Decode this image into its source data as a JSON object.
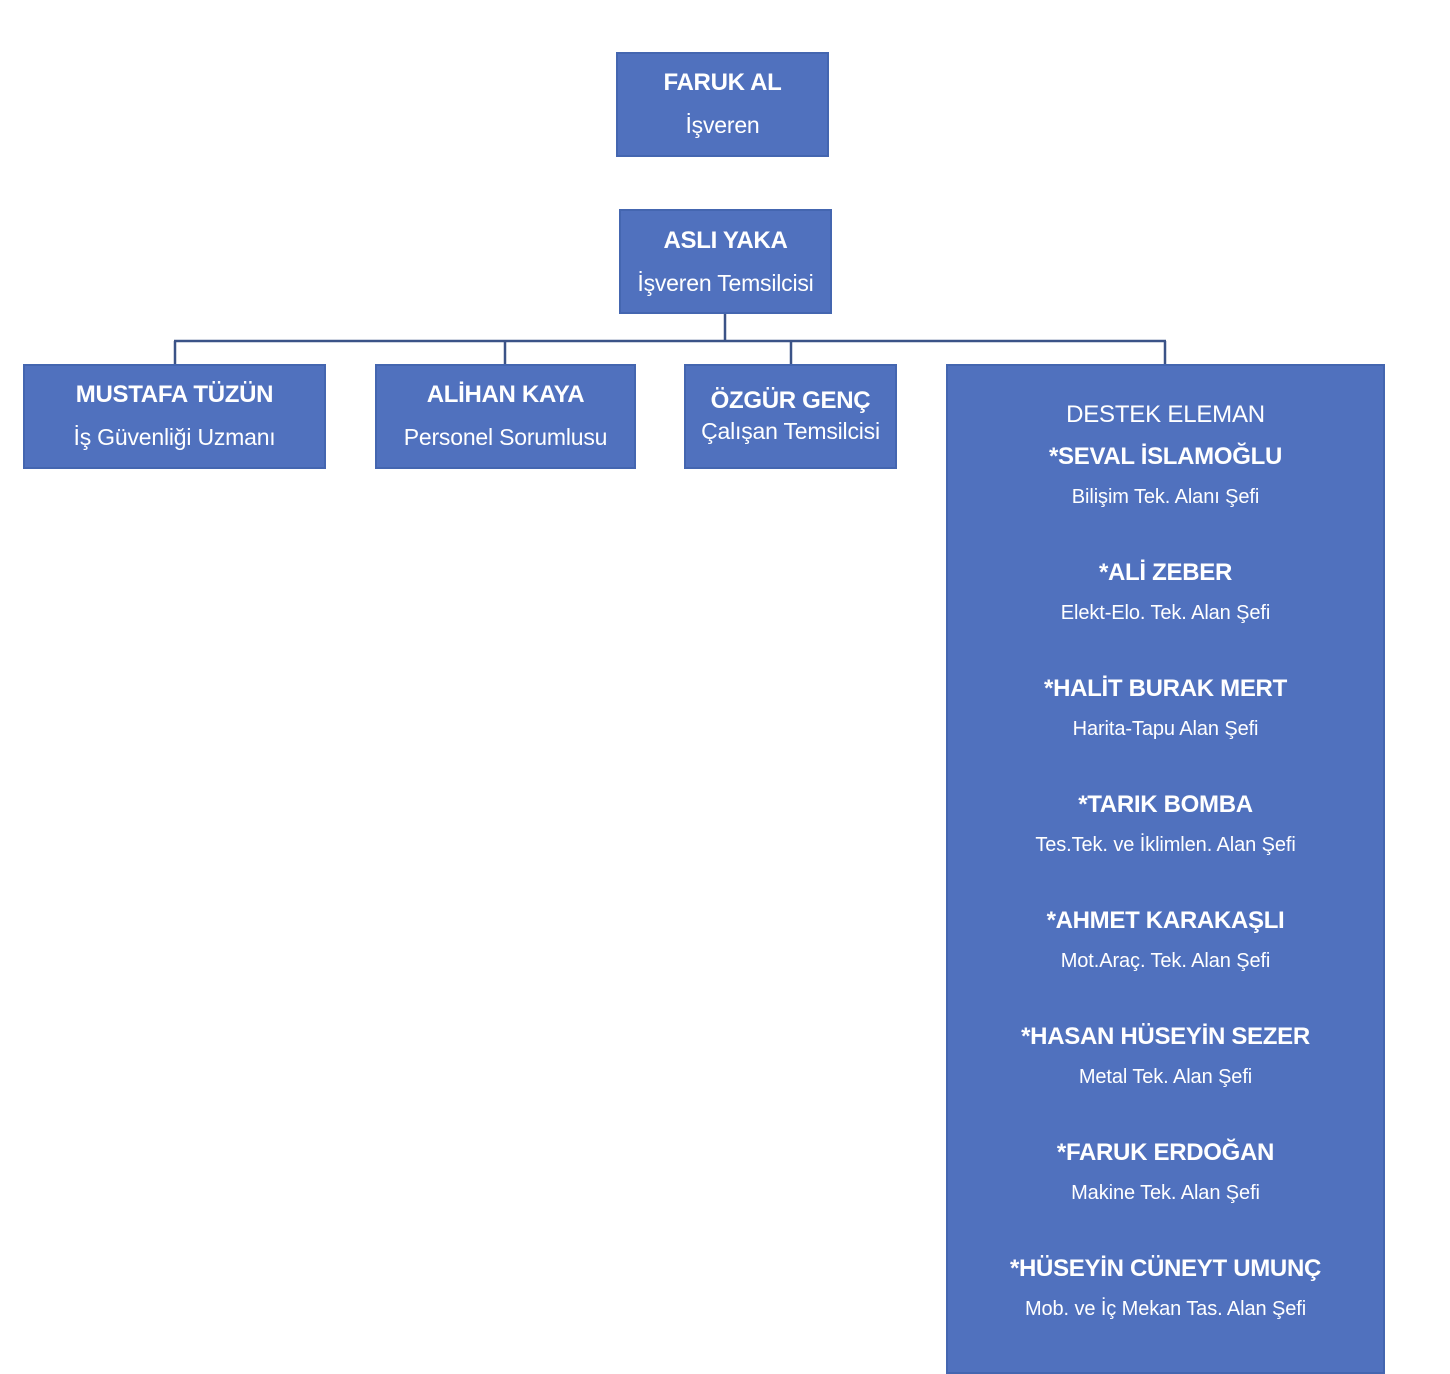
{
  "employer": {
    "name": "FARUK AL",
    "role": "İşveren"
  },
  "representative": {
    "name": "ASLI YAKA",
    "role": "İşveren Temsilcisi"
  },
  "safety_expert": {
    "name": "MUSTAFA TÜZÜN",
    "role": "İş Güvenliği Uzmanı"
  },
  "personnel": {
    "name": "ALİHAN KAYA",
    "role": "Personel Sorumlusu"
  },
  "worker_rep": {
    "name": "ÖZGÜR GENÇ",
    "role": "Çalışan Temsilcisi"
  },
  "support": {
    "heading": "DESTEK ELEMAN",
    "members": [
      {
        "name": "*SEVAL İSLAMOĞLU",
        "role": "Bilişim Tek. Alanı Şefi"
      },
      {
        "name": "*ALİ ZEBER",
        "role": "Elekt-Elo. Tek. Alan Şefi"
      },
      {
        "name": "*HALİT BURAK MERT",
        "role": "Harita-Tapu Alan Şefi"
      },
      {
        "name": "*TARIK BOMBA",
        "role": "Tes.Tek. ve İklimlen. Alan Şefi"
      },
      {
        "name": "*AHMET KARAKAŞLI",
        "role": "Mot.Araç. Tek. Alan Şefi"
      },
      {
        "name": "*HASAN HÜSEYİN SEZER",
        "role": "Metal Tek. Alan Şefi"
      },
      {
        "name": "*FARUK ERDOĞAN",
        "role": "Makine Tek. Alan Şefi"
      },
      {
        "name": "*HÜSEYİN CÜNEYT UMUNÇ",
        "role": "Mob. ve İç Mekan Tas. Alan Şefi"
      }
    ]
  },
  "colors": {
    "box_fill": "#5071BE",
    "connector": "#3B5387",
    "text": "#ffffff"
  }
}
